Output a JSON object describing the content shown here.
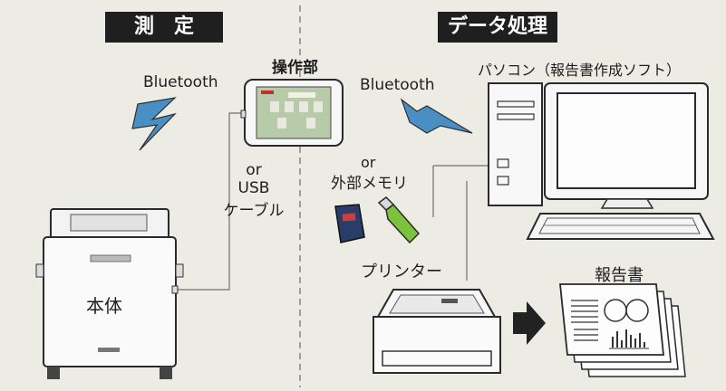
{
  "sections": {
    "left": "測　定",
    "right": "データ処理"
  },
  "labels": {
    "bluetooth_left": "Bluetooth",
    "operation_unit": "操作部",
    "bluetooth_right": "Bluetooth",
    "pc": "パソコン（報告書作成ソフト）",
    "or_right": "or",
    "external_memory": "外部メモリ",
    "or_usb_cable": [
      "or",
      "USB",
      "ケーブル"
    ],
    "main_unit": "本体",
    "printer": "プリンター",
    "report": "報告書"
  },
  "colors": {
    "background": "#ecebe4",
    "header_bg": "#1f1f1f",
    "bluetooth_bolt": "#4a8fc4",
    "usb_stick": "#7cc23c",
    "sd_card": "#2a3c6a"
  },
  "icons": [
    "bluetooth-bolt-icon",
    "tablet-icon",
    "device-body-icon",
    "pc-tower-icon",
    "monitor-icon",
    "keyboard-icon",
    "sd-card-icon",
    "usb-stick-icon",
    "printer-icon",
    "arrow-right-icon",
    "report-stack-icon"
  ]
}
